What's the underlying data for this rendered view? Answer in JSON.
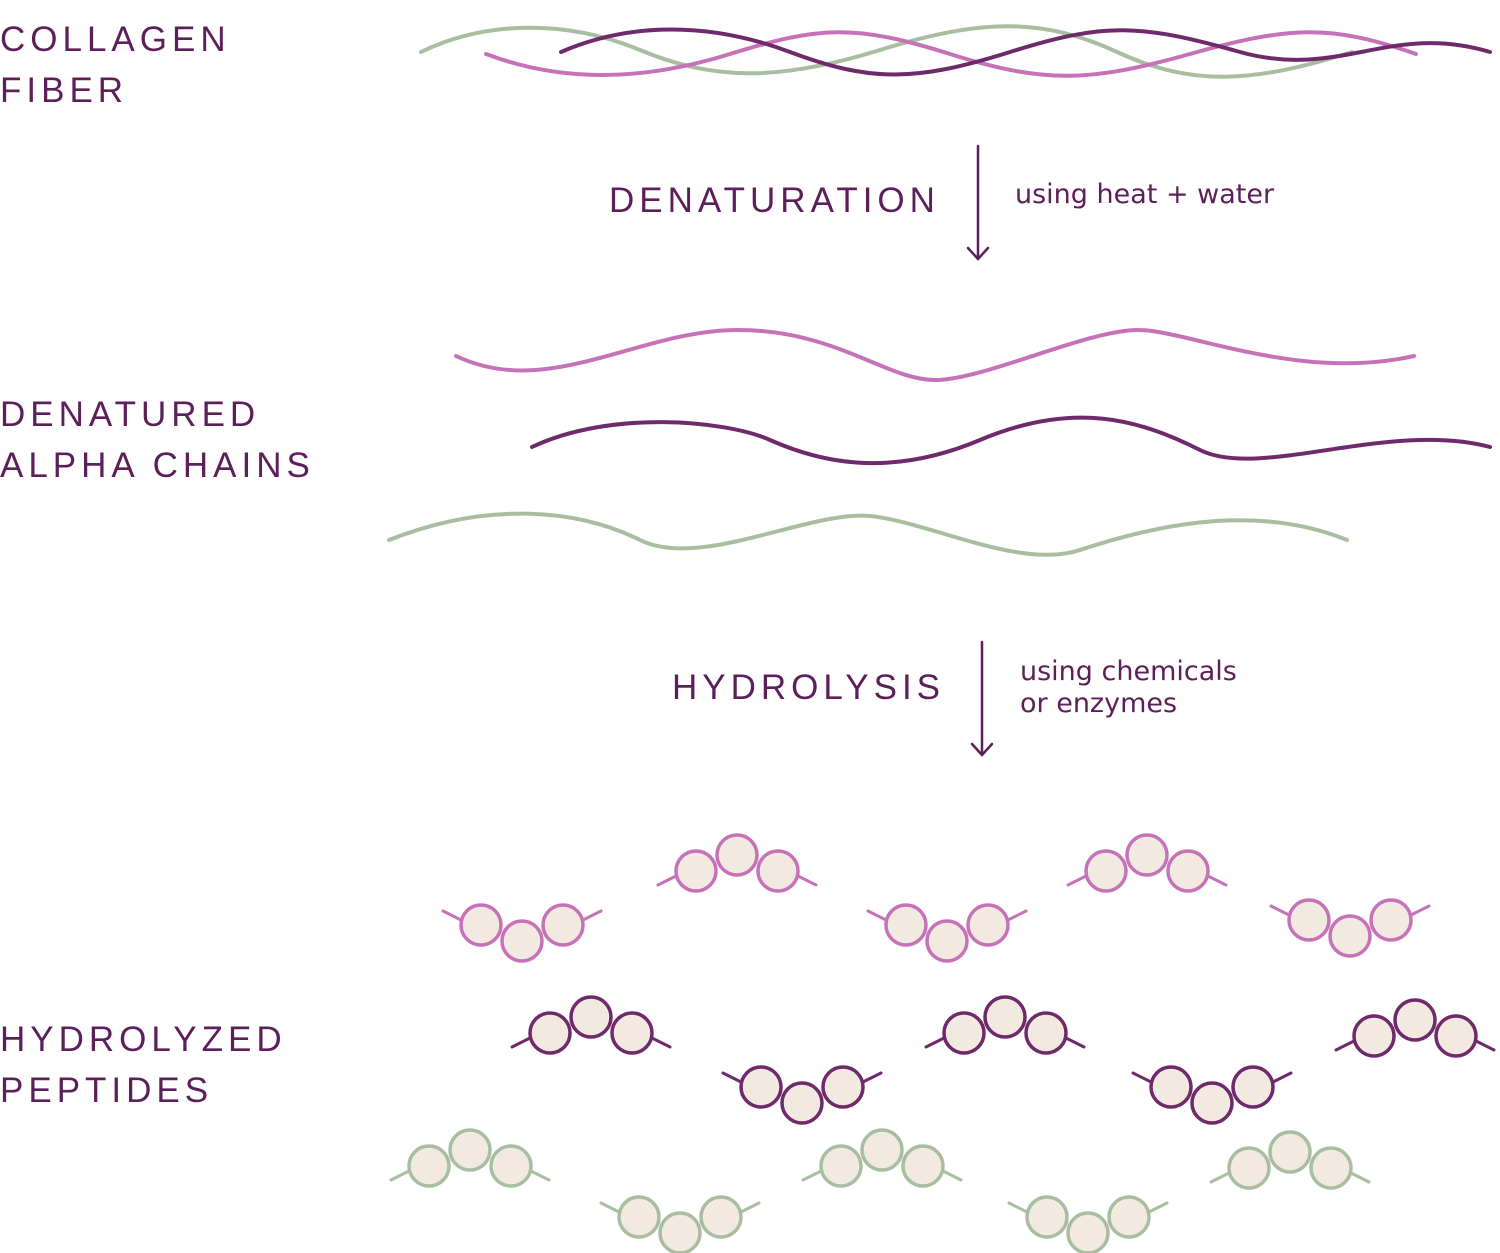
{
  "stages": {
    "collagen_fiber": {
      "line1": "COLLAGEN",
      "line2": "FIBER"
    },
    "denatured_chains": {
      "line1": "DENATURED",
      "line2": "ALPHA CHAINS"
    },
    "hydrolyzed_peptides": {
      "line1": "HYDROLYZED",
      "line2": "PEPTIDES"
    }
  },
  "processes": {
    "denaturation": {
      "label": "DENATURATION",
      "note_line1": "using heat + water"
    },
    "hydrolysis": {
      "label": "HYDROLYSIS",
      "note_line1": "using chemicals",
      "note_line2": "or enzymes"
    }
  },
  "colors": {
    "text": "#5c1f5a",
    "chain_pink": "#c672b8",
    "chain_purple": "#6e2a6b",
    "chain_green": "#a9bea1",
    "bead_fill": "#f2e9e1"
  }
}
